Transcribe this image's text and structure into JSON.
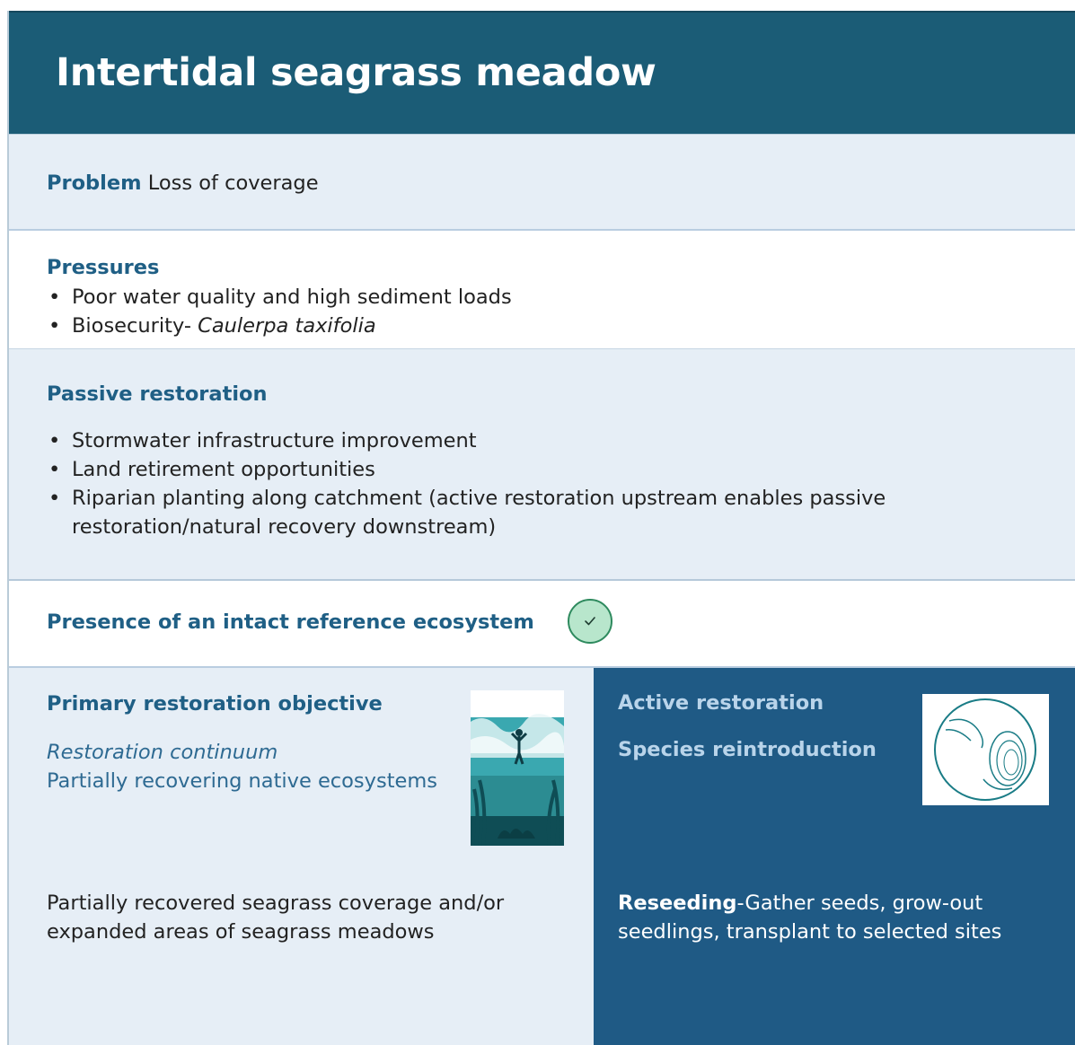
{
  "header": {
    "title": "Intertidal seagrass meadow"
  },
  "problem": {
    "label": "Problem",
    "text": "Loss of coverage"
  },
  "pressures": {
    "title": "Pressures",
    "item1": "Poor water quality and high sediment loads",
    "item2_prefix": "Biosecurity- ",
    "item2_italic": "Caulerpa taxifolia"
  },
  "passive": {
    "title": "Passive restoration",
    "items": [
      "Stormwater infrastructure improvement",
      "Land retirement opportunities",
      "Riparian planting along catchment (active restoration upstream enables passive restoration/natural recovery downstream)"
    ]
  },
  "reference": {
    "title": "Presence of an intact reference ecosystem",
    "icon": "check-icon",
    "status_color": "#b8e6cc"
  },
  "objective": {
    "title": "Primary restoration objective",
    "italic_line": "Restoration continuum",
    "subtitle": "Partially recovering native ecosystems",
    "description": "Partially recovered seagrass coverage and/or expanded areas of seagrass meadows",
    "image_icon": "diver-seagrass-illustration"
  },
  "active": {
    "title": "Active restoration",
    "subtitle": "Species reintroduction",
    "desc_bold": "Reseeding",
    "desc_rest": "-Gather seeds, grow-out seedlings, transplant to selected sites",
    "image_icon": "hand-shell-illustration"
  },
  "colors": {
    "header_bg": "#1b5c76",
    "accent": "#1f5f85",
    "active_bg": "#1f5a85",
    "panel_bg": "#e6eef6"
  }
}
